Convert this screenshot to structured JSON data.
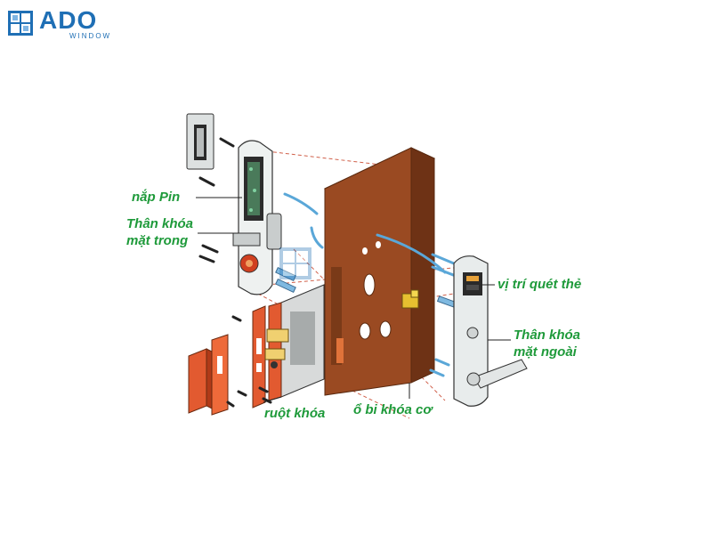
{
  "brand": {
    "name": "ADO",
    "tagline": "WINDOW",
    "color": "#1f6fb5"
  },
  "labels": {
    "battery_cover": "nắp Pin",
    "inner_body_line1": "Thân khóa",
    "inner_body_line2": "mặt trong",
    "card_position": "vị trí quét thẻ",
    "outer_body_line1": "Thân khóa",
    "outer_body_line2": "mặt ngoài",
    "lock_core": "ruột khóa",
    "mechanical_cylinder": "ổ bi khóa cơ"
  },
  "colors": {
    "label": "#1e9a3a",
    "door": "#9a4a22",
    "door_dark": "#6e3215",
    "mortise": "#e2552a",
    "panel": "#e8ecec",
    "cable": "#5aa7d8"
  }
}
